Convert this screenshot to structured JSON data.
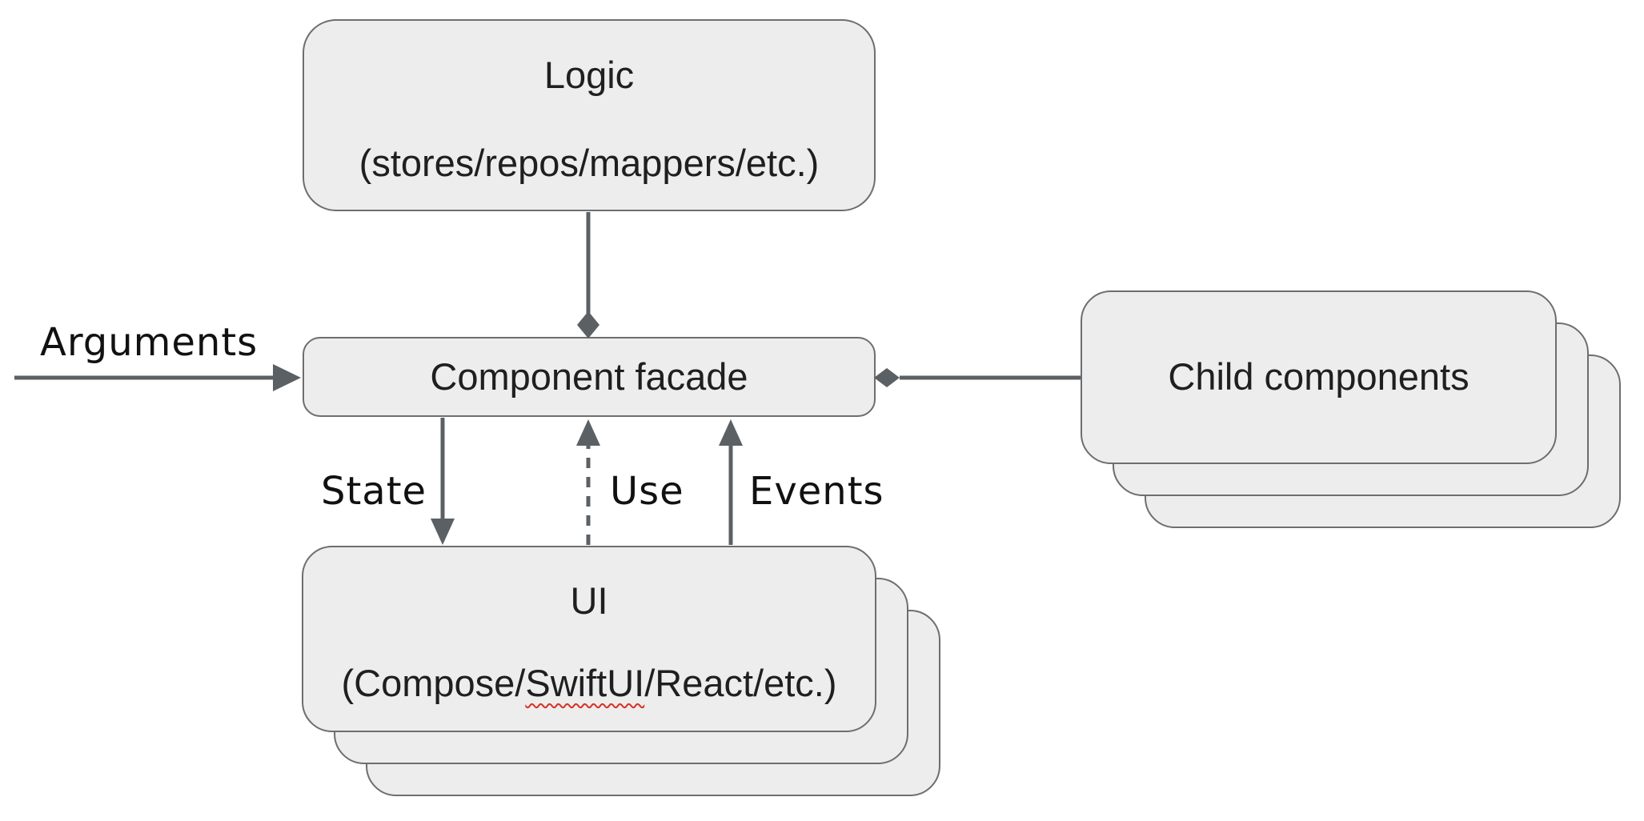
{
  "diagram": {
    "nodes": {
      "logic": {
        "title": "Logic",
        "subtitle": "(stores/repos/mappers/etc.)"
      },
      "component_facade": {
        "label": "Component facade"
      },
      "ui": {
        "title": "UI",
        "subtitle_prefix": "(Compose/",
        "subtitle_misspelled": "SwiftUI",
        "subtitle_suffix": "/React/etc.)"
      },
      "child_components": {
        "label": "Child components"
      }
    },
    "edges": {
      "arguments": {
        "label": "Arguments",
        "style": "solid-arrow-into-facade-left"
      },
      "logic_composition": {
        "label": "",
        "style": "solid-line-with-filled-diamond-at-facade-top"
      },
      "child_composition": {
        "label": "",
        "style": "solid-line-with-filled-diamond-at-facade-right"
      },
      "state": {
        "label": "State",
        "style": "solid-arrow-down-into-ui"
      },
      "use": {
        "label": "Use",
        "style": "dashed-arrow-up-into-facade"
      },
      "events": {
        "label": "Events",
        "style": "solid-arrow-up-into-facade"
      }
    },
    "colors": {
      "node_fill": "#ededed",
      "node_border": "#6e6e6e",
      "connector": "#5b6064",
      "text": "#1f1f1f",
      "spellcheck_underline": "#d93025",
      "background": "#ffffff"
    }
  }
}
